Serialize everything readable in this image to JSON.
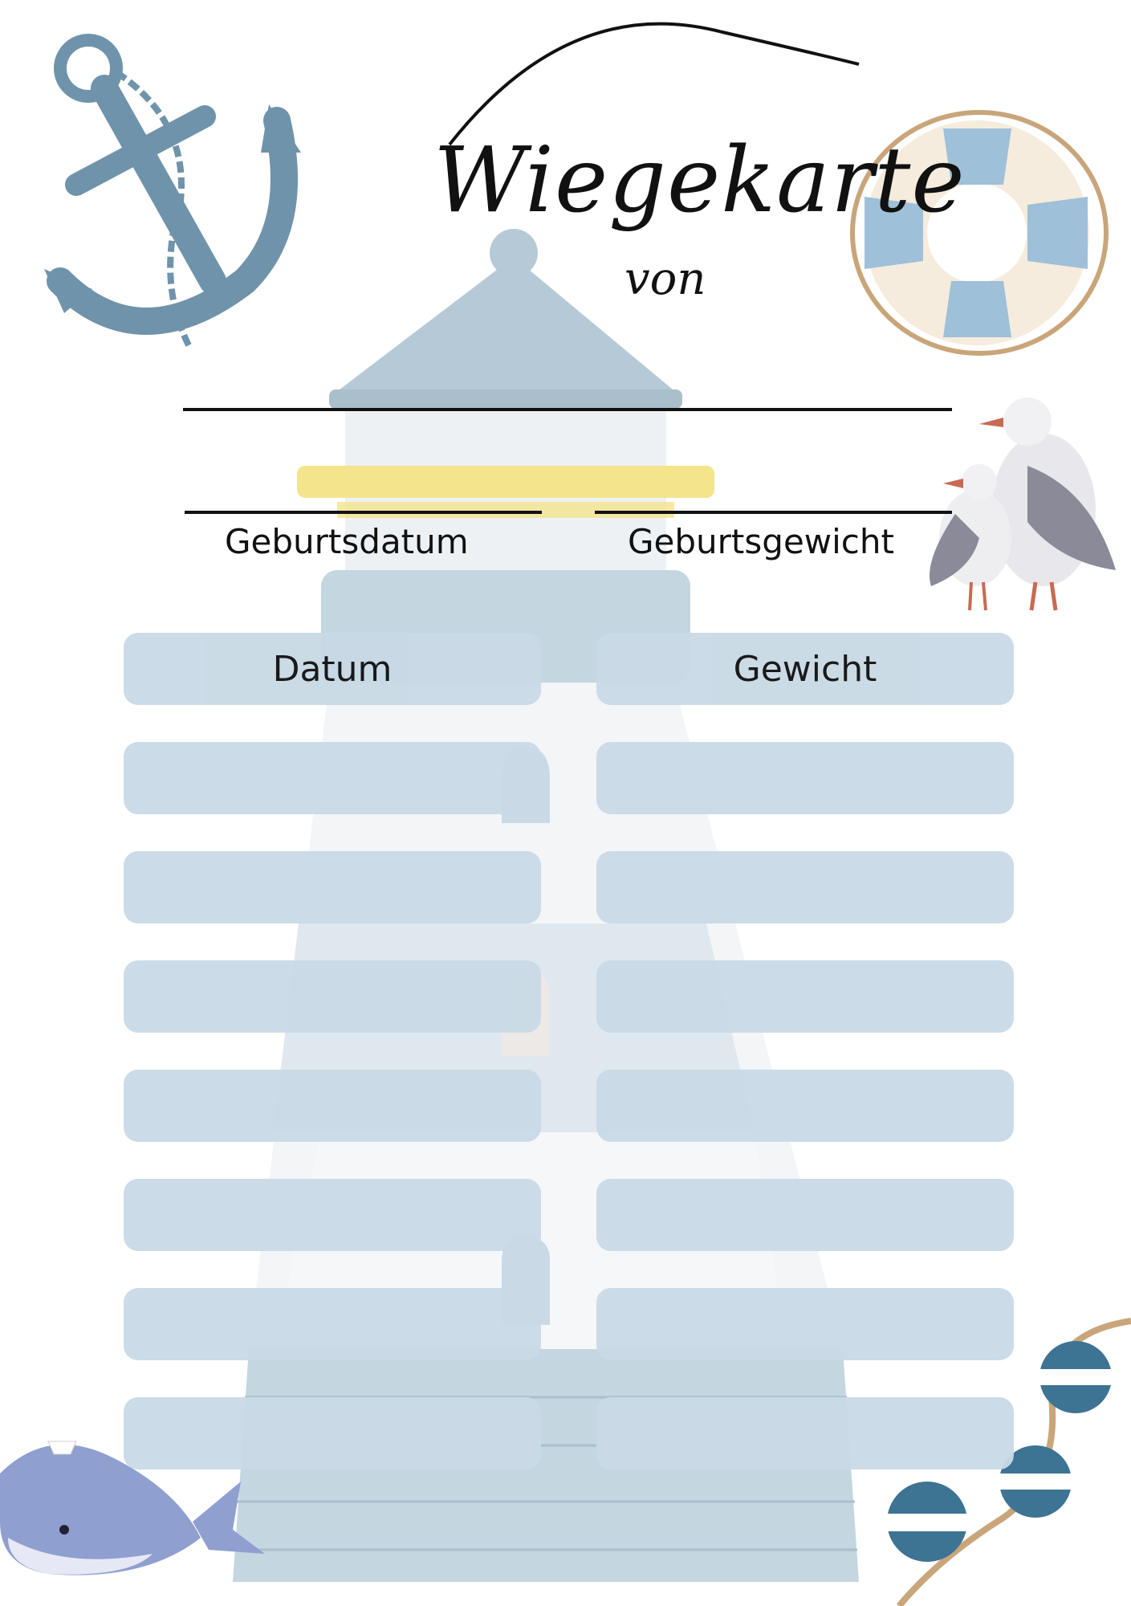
{
  "header": {
    "title": "Wiegekarte",
    "subtitle": "von"
  },
  "fields": {
    "birth_date_label": "Geburtsdatum",
    "birth_weight_label": "Geburtsgewicht"
  },
  "table": {
    "headers": [
      "Datum",
      "Gewicht"
    ],
    "empty_rows": 7
  },
  "icons": [
    "anchor-icon",
    "life-ring-icon",
    "seagulls-icon",
    "lighthouse-icon",
    "whale-icon",
    "buoys-icon"
  ],
  "colors": {
    "box": "#c9dae6",
    "accent_blue": "#6f93aa",
    "ink": "#111111"
  }
}
